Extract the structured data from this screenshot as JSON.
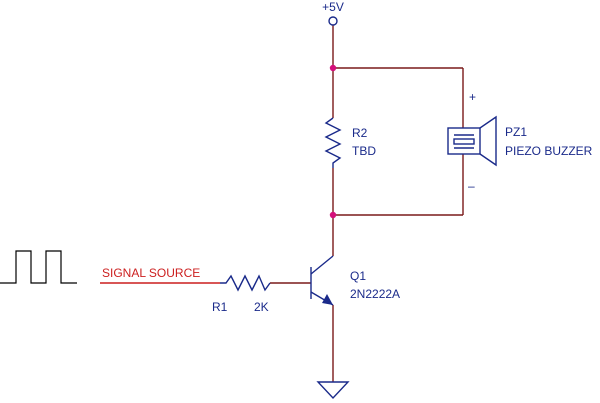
{
  "supply": {
    "label": "+5V"
  },
  "resistor_r2": {
    "ref": "R2",
    "value": "TBD"
  },
  "buzzer": {
    "ref": "PZ1",
    "value": "PIEZO BUZZER",
    "plus": "+",
    "minus": "–"
  },
  "transistor": {
    "ref": "Q1",
    "value": "2N2222A"
  },
  "resistor_r1": {
    "ref": "R1",
    "value": "2K"
  },
  "signal": {
    "label": "SIGNAL SOURCE"
  },
  "colors": {
    "wire": "#7a1a1a",
    "component": "#1a2a8a",
    "junction": "#d4107a",
    "signal": "#cc1f1f",
    "source_wave": "#000000"
  }
}
